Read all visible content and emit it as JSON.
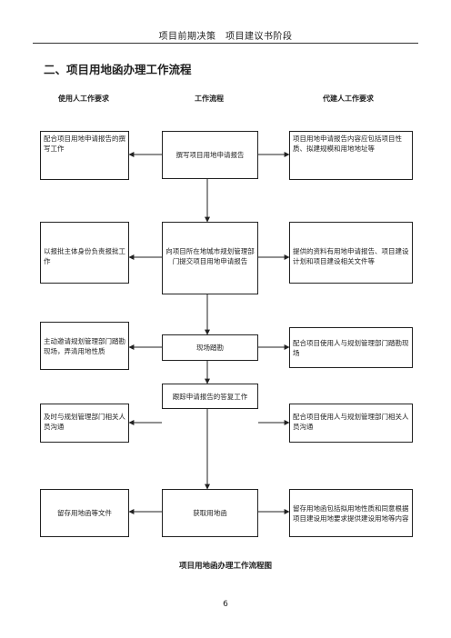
{
  "header": {
    "text": "项目前期决策　项目建议书阶段"
  },
  "section_title": "二、项目用地函办理工作流程",
  "columns": {
    "left": "使用人工作要求",
    "middle": "工作流程",
    "right": "代建人工作要求"
  },
  "rows": [
    {
      "left": "配合项目用地申请报告的撰写工作",
      "middle": "撰写项目用地申请报告",
      "right": "项目用地申请报告内容应包括项目性质、拟建规模和用地地址等"
    },
    {
      "left": "以报批主体身份负责报批工作",
      "middle": "向项目所在地城市规划管理部门提交项目用地申请报告",
      "right": "提供的资料有用地申请报告、项目建设计划和项目建设相关文件等"
    },
    {
      "left": "主动邀请规划管理部门踏勘现场，弄清用地性质",
      "middle": "现场踏勘",
      "right": "配合项目使用人与规划管理部门踏勘现场"
    },
    {
      "left": "及时与规划管理部门相关人员沟通",
      "middle": "跟踪申请报告的答复工作",
      "right": "配合项目使用人与规划管理部门相关人员沟通"
    },
    {
      "left": "留存用地函等文件",
      "middle": "获取用地函",
      "right": "留存用地函包括拟用地性质和同意根据项目建设用地要求提供建设用地等内容"
    }
  ],
  "caption": "项目用地函办理工作流程图",
  "page_number": "6"
}
